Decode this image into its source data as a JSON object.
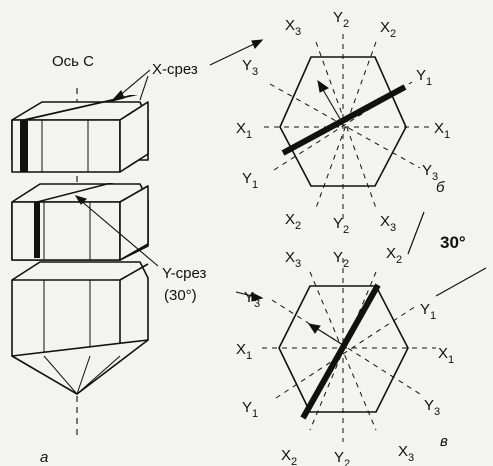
{
  "labels": {
    "axis_c": "Ось С",
    "x_cut": "X-срез",
    "y_cut": "Y-срез",
    "y_cut_angle": "(30°)",
    "panel_a": "а",
    "panel_b": "б",
    "panel_c": "в",
    "angle": "30°"
  },
  "axis_labels": {
    "X1": [
      "X",
      "1"
    ],
    "X2": [
      "X",
      "2"
    ],
    "X3": [
      "X",
      "3"
    ],
    "Y1": [
      "Y",
      "1"
    ],
    "Y2": [
      "Y",
      "2"
    ],
    "Y3": [
      "Y",
      "3"
    ]
  },
  "colors": {
    "ink": "#111111",
    "background": "#f3f3f1"
  }
}
